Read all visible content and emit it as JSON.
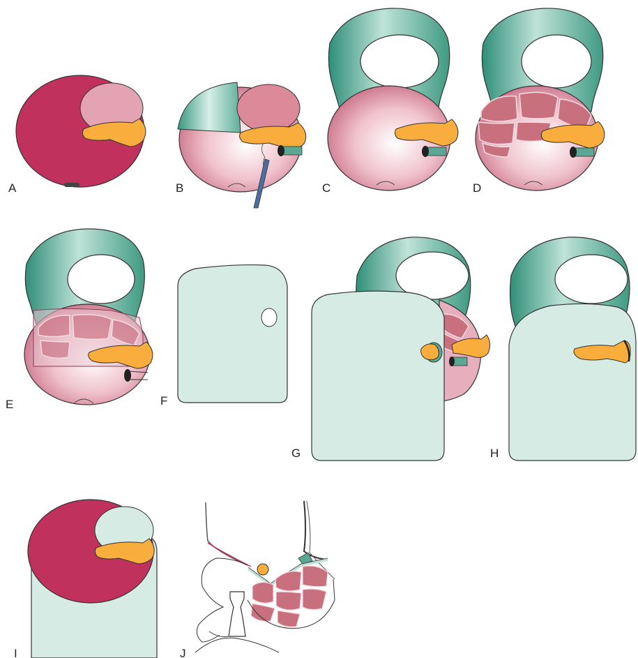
{
  "figure": {
    "panels": [
      {
        "id": "a",
        "label": "A"
      },
      {
        "id": "b",
        "label": "B"
      },
      {
        "id": "c",
        "label": "C"
      },
      {
        "id": "d",
        "label": "D"
      },
      {
        "id": "e",
        "label": "E"
      },
      {
        "id": "f",
        "label": "F"
      },
      {
        "id": "g",
        "label": "G"
      },
      {
        "id": "h",
        "label": "H"
      },
      {
        "id": "i",
        "label": "I"
      },
      {
        "id": "j",
        "label": "J"
      }
    ]
  },
  "colors": {
    "deep_tissue": "#c0315e",
    "pale_tissue": "#e8a8b8",
    "soft_pink": "#dc8a9a",
    "teal_flap": "#5aa894",
    "mint_graft": "#d6ebe4",
    "orange_structure": "#f8ad3c",
    "lobule_fill": "#c9707f",
    "outline": "#333333"
  }
}
